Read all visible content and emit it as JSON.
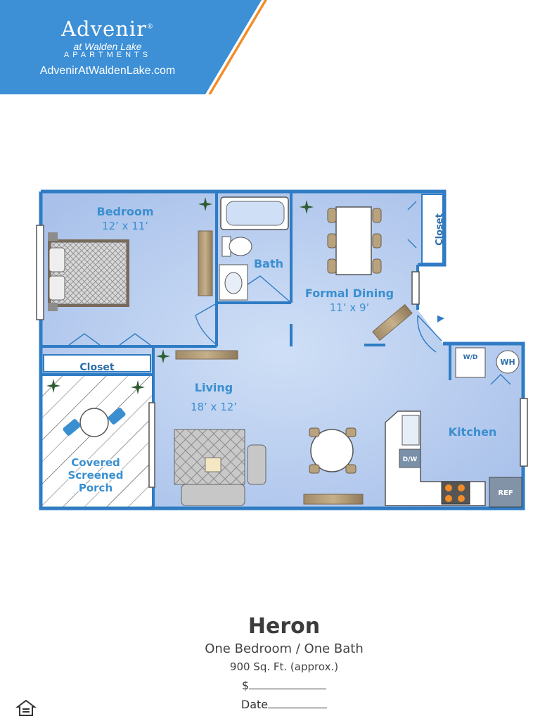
{
  "brand": {
    "name": "Advenir",
    "name_registered": "®",
    "tagline": "at Walden Lake",
    "subtitle": "APARTMENTS",
    "url": "AdvenirAtWaldenLake.com",
    "banner_color": "#3d8fd6",
    "accent_color": "#f28c28"
  },
  "plan": {
    "wall_color": "#2f7cc4",
    "floor_color": "#b7cdef",
    "rooms": [
      {
        "name": "Bedroom",
        "dims": "12’ x 11’"
      },
      {
        "name": "Bath",
        "dims": ""
      },
      {
        "name": "Formal Dining",
        "dims": "11’ x 9’"
      },
      {
        "name": "Living",
        "dims": "18’ x 12’"
      },
      {
        "name": "Kitchen",
        "dims": ""
      }
    ],
    "porch_lines": [
      "Covered",
      "Screened",
      "Porch"
    ],
    "closets": [
      "Closet",
      "Closet"
    ],
    "appliances": {
      "washer_dryer": "W/D",
      "water_heater": "WH",
      "dishwasher": "D/W",
      "refrigerator": "REF"
    }
  },
  "info": {
    "title": "Heron",
    "type": "One Bedroom / One Bath",
    "sqft": "900 Sq. Ft. (approx.)",
    "price_label": "$",
    "date_label": "Date"
  },
  "footer": {
    "eho_icon": "equal-housing-opportunity-icon"
  }
}
